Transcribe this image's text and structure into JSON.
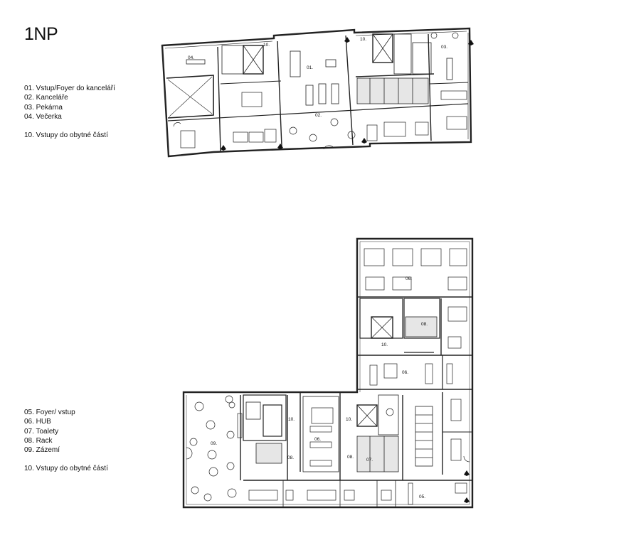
{
  "title": "1NP",
  "legend_1": [
    "01. Vstup/Foyer do kanceláří",
    "02. Kanceláře",
    "03. Pekárna",
    "04. Večerka",
    "",
    "10. Vstupy do obytné částí"
  ],
  "legend_2": [
    "05. Foyer/ vstup",
    "06. HUB",
    "07. Toalety",
    "08. Rack",
    "09. Zázemí",
    "",
    "10. Vstupy do obytné částí"
  ],
  "plan_1_labels": {
    "r01": "01.",
    "r02": "02.",
    "r03": "03.",
    "r04": "04.",
    "r10a": "10.",
    "r10b": "10."
  },
  "plan_2_labels": {
    "r05": "05.",
    "r06a": "06.",
    "r06b": "06.",
    "r06c": "06.",
    "r07": "07.",
    "r08a": "08.",
    "r08b": "08.",
    "r08c": "08.",
    "r09": "09.",
    "r10a": "10.",
    "r10b": "10.",
    "r10c": "10."
  }
}
